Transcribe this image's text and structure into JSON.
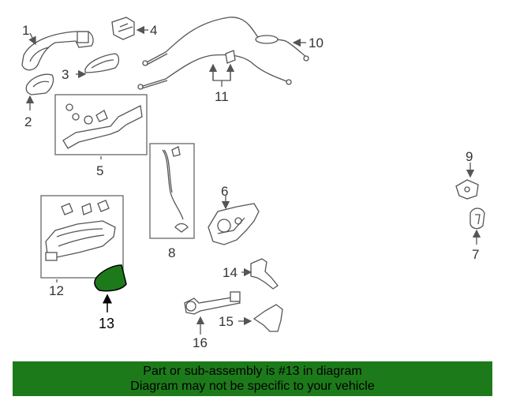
{
  "diagram": {
    "callouts": [
      "1",
      "2",
      "3",
      "4",
      "5",
      "6",
      "7",
      "8",
      "9",
      "10",
      "11",
      "12",
      "13",
      "14",
      "15",
      "16"
    ],
    "highlight_part": "13",
    "highlight_color": "#1d7a1a"
  },
  "banner": {
    "line1": "Part or sub-assembly is #13 in diagram",
    "line2": "Diagram may not be specific to your vehicle",
    "background": "#1d7a1a"
  }
}
